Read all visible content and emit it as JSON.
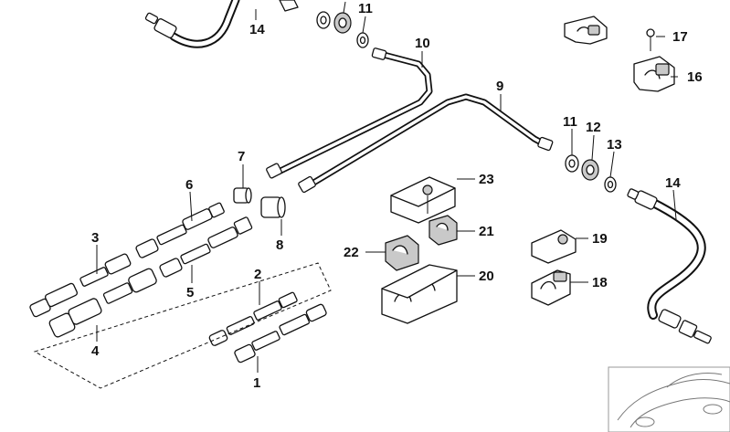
{
  "labels": {
    "p1": "1",
    "p2": "2",
    "p3": "3",
    "p4": "4",
    "p5": "5",
    "p6": "6",
    "p7": "7",
    "p8": "8",
    "p9": "9",
    "p10": "10",
    "p11_top": "11",
    "p11": "11",
    "p12": "12",
    "p13": "13",
    "p14_top": "14",
    "p14": "14",
    "p16": "16",
    "p17": "17",
    "p18": "18",
    "p19": "19",
    "p20": "20",
    "p21": "21",
    "p22": "22",
    "p23": "23"
  },
  "colors": {
    "line": "#111111",
    "fill": "#ffffff",
    "shade": "#c9c9c9"
  }
}
